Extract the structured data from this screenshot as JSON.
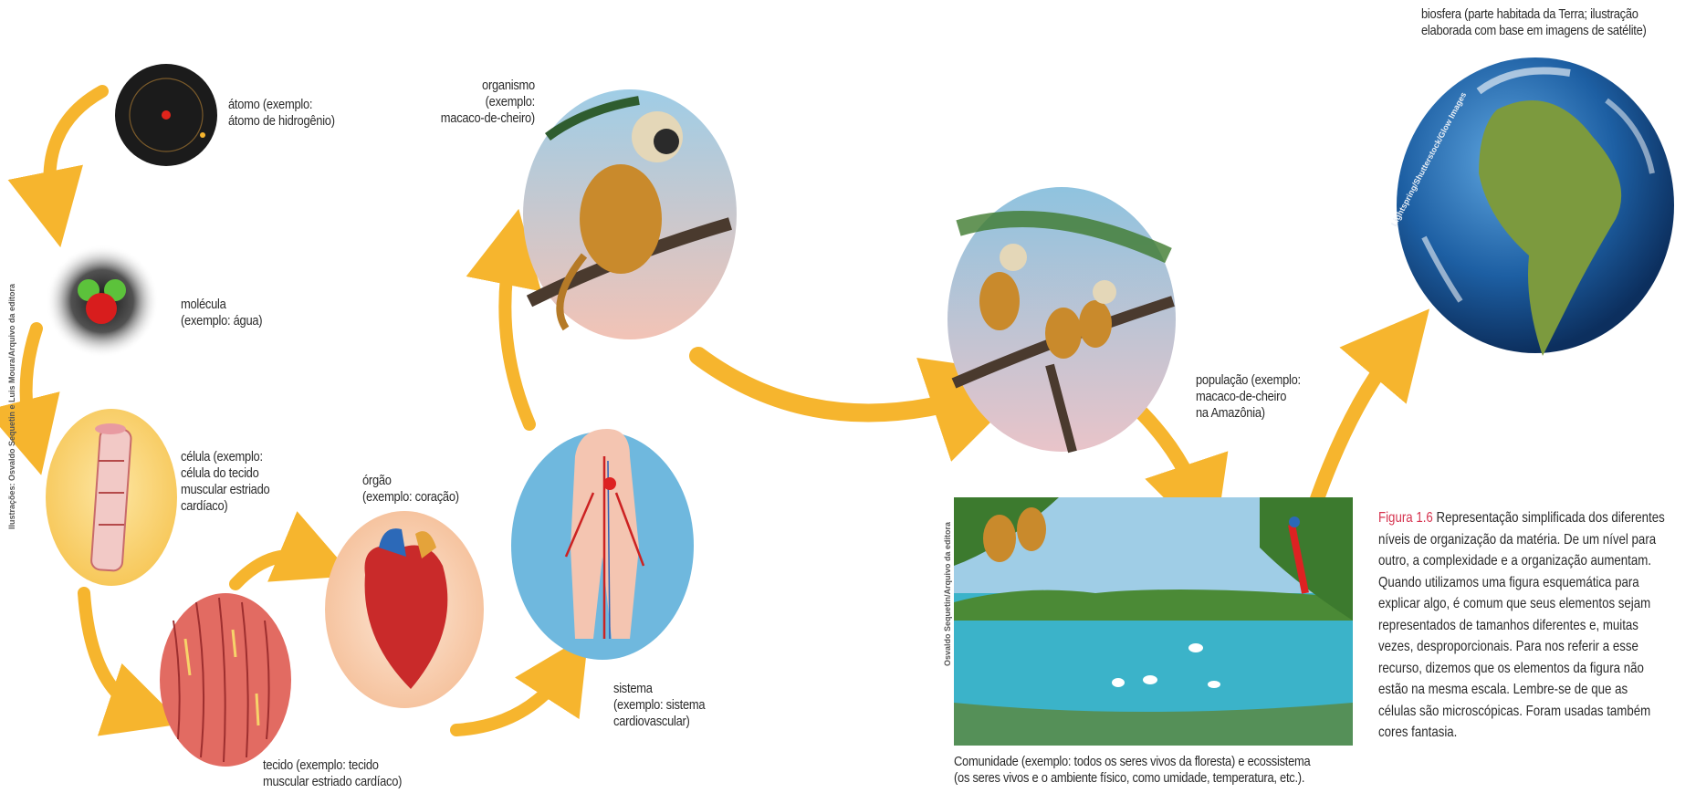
{
  "labels": {
    "atomo": "átomo (exemplo:\nátomo de hidrogênio)",
    "molecula": "molécula\n(exemplo: água)",
    "celula": "célula (exemplo:\ncélula do tecido\nmuscular estriado\ncardíaco)",
    "tecido": "tecido (exemplo: tecido\nmuscular estriado cardíaco)",
    "orgao": "órgão\n(exemplo: coração)",
    "sistema": "sistema\n(exemplo: sistema\ncardiovascular)",
    "organismo": "organismo\n(exemplo:\nmacaco-de-cheiro)",
    "populacao": "população (exemplo:\nmacaco-de-cheiro\nna Amazônia)",
    "comunidade": "Comunidade (exemplo: todos os seres vivos da floresta) e ecossistema\n(os seres vivos e o ambiente físico, como umidade, temperatura, etc.).",
    "biosfera": "biosfera (parte habitada da Terra; ilustração\nelaborada com base em imagens de satélite)"
  },
  "credits": {
    "left": "Ilustrações: Osvaldo Sequetin e Luis Moura/Arquivo da editora",
    "community": "Osvaldo Sequetin/Arquivo da editora",
    "globe": "Lightspring/Shutterstock/Glow Images"
  },
  "caption": {
    "figure": "Figura 1.6",
    "text": " Representação simplificada dos diferentes níveis de organização da matéria. De um nível para outro, a complexidade e a organização aumentam. Quando utilizamos uma figura esquemática para explicar algo, é comum que seus elementos sejam representados de tamanhos diferentes e, muitas vezes, desproporcionais. Para nos referir a esse recurso, dizemos que os elementos da figura não estão na mesma escala. Lembre-se de que as células são microscópicas. Foram usadas também cores fantasia."
  },
  "colors": {
    "arrow": "#f6b52e",
    "caption_accent": "#d6334f",
    "sky": "#6fb8de",
    "water": "#3bb3c9",
    "ocean": "#1d5fa3",
    "land": "#7c9a3e"
  }
}
